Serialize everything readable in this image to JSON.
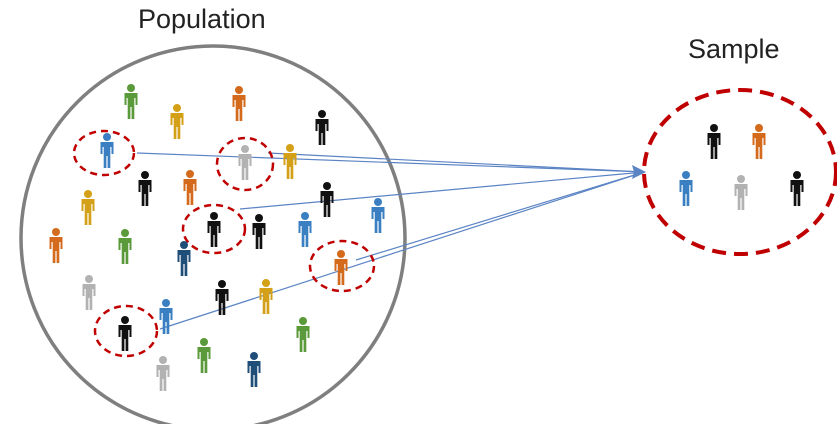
{
  "population_label": "Population",
  "sample_label": "Sample",
  "colors": {
    "population_circle": "#7f7f7f",
    "sample_circle": "#c00000",
    "selection_ring": "#c00000",
    "arrow": "#5b84c4",
    "blue": "#3a7fc1",
    "black": "#111111",
    "orange": "#d46a1c",
    "gold": "#d4a017",
    "green": "#5a9a3a",
    "gray": "#b2b2b2",
    "navy": "#1f4e79"
  },
  "population_people": [
    {
      "color": "green"
    },
    {
      "color": "gold"
    },
    {
      "color": "orange"
    },
    {
      "color": "black"
    },
    {
      "color": "blue"
    },
    {
      "color": "gray"
    },
    {
      "color": "gold"
    },
    {
      "color": "black"
    },
    {
      "color": "orange"
    },
    {
      "color": "gold"
    },
    {
      "color": "black"
    },
    {
      "color": "black"
    },
    {
      "color": "black"
    },
    {
      "color": "blue"
    },
    {
      "color": "blue"
    },
    {
      "color": "orange"
    },
    {
      "color": "green"
    },
    {
      "color": "navy"
    },
    {
      "color": "orange"
    },
    {
      "color": "gray"
    },
    {
      "color": "black"
    },
    {
      "color": "gold"
    },
    {
      "color": "black"
    },
    {
      "color": "blue"
    },
    {
      "color": "green"
    },
    {
      "color": "green"
    },
    {
      "color": "gray"
    },
    {
      "color": "navy"
    }
  ],
  "sample_people": [
    {
      "color": "black"
    },
    {
      "color": "orange"
    },
    {
      "color": "blue"
    },
    {
      "color": "gray"
    },
    {
      "color": "black"
    }
  ]
}
